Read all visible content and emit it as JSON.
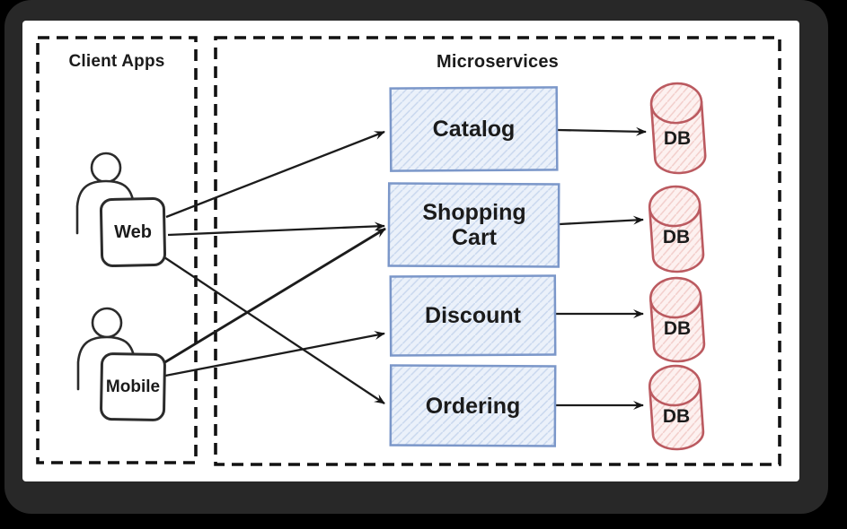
{
  "diagram": {
    "client_apps": {
      "title": "Client Apps",
      "clients": [
        {
          "label": "Web"
        },
        {
          "label": "Mobile"
        }
      ]
    },
    "microservices": {
      "title": "Microservices",
      "services": [
        {
          "label": "Catalog",
          "db_label": "DB"
        },
        {
          "label": "Shopping Cart",
          "db_label": "DB"
        },
        {
          "label": "Discount",
          "db_label": "DB"
        },
        {
          "label": "Ordering",
          "db_label": "DB"
        }
      ]
    },
    "connections": [
      {
        "from": "Web",
        "to": "Catalog"
      },
      {
        "from": "Web",
        "to": "Shopping Cart"
      },
      {
        "from": "Web",
        "to": "Ordering"
      },
      {
        "from": "Mobile",
        "to": "Shopping Cart"
      },
      {
        "from": "Mobile",
        "to": "Discount"
      },
      {
        "from": "Catalog",
        "to": "DB"
      },
      {
        "from": "Shopping Cart",
        "to": "DB"
      },
      {
        "from": "Discount",
        "to": "DB"
      },
      {
        "from": "Ordering",
        "to": "DB"
      }
    ],
    "colors": {
      "service_border": "#7b97c9",
      "service_fill": "#ebf1fa",
      "service_hatch": "#c8d7ee",
      "db_border": "#bb5a60",
      "db_fill": "#fdf1f0",
      "db_hatch": "#f2cdca",
      "line": "#1c1c1c",
      "canvas": "#ffffff",
      "frame": "#282828",
      "background": "#000000"
    }
  }
}
